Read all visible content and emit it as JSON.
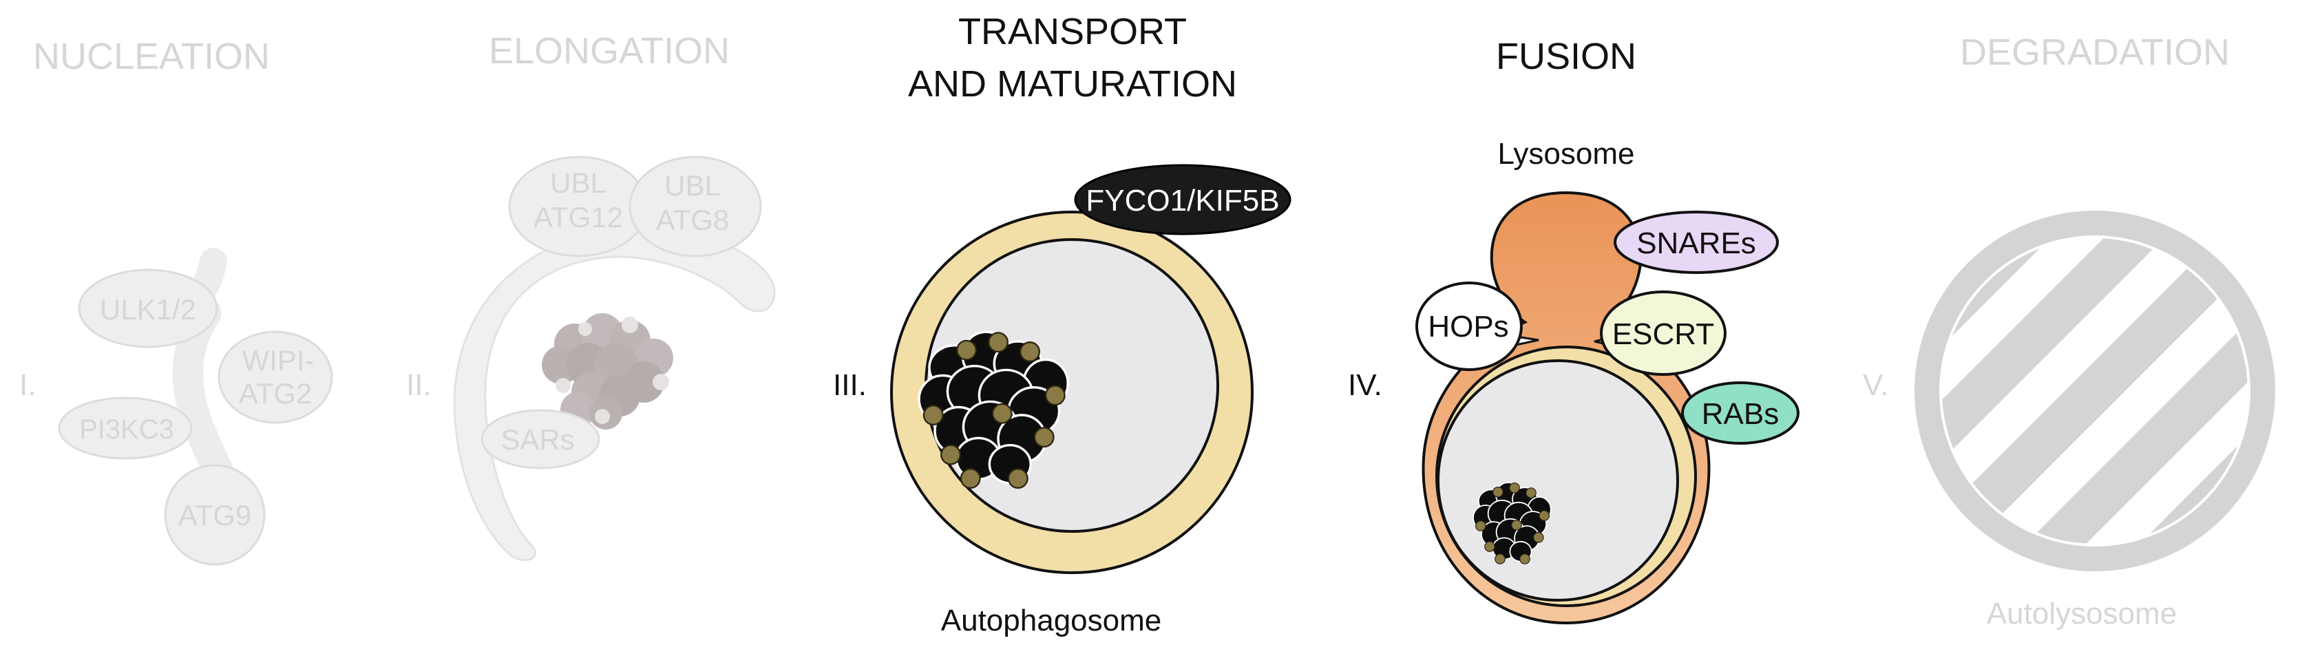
{
  "stages": [
    {
      "numeral": "I.",
      "title": "NUCLEATION"
    },
    {
      "numeral": "II.",
      "title": "ELONGATION"
    },
    {
      "numeral": "III.",
      "title_lines": [
        "TRANSPORT",
        "AND MATURATION"
      ]
    },
    {
      "numeral": "IV.",
      "title": "FUSION"
    },
    {
      "numeral": "V.",
      "title": "DEGRADATION"
    }
  ],
  "nucleation": {
    "proteins": [
      "ULK1/2",
      "WIPI-",
      "ATG2",
      "PI3KC3",
      "ATG9"
    ]
  },
  "elongation": {
    "proteins": [
      "UBL",
      "ATG12",
      "UBL",
      "ATG8",
      "SARs"
    ]
  },
  "transport": {
    "motor_label": "FYCO1/KIF5B",
    "compartment_label": "Autophagosome"
  },
  "fusion": {
    "lysosome_label": "Lysosome",
    "factors": [
      "SNAREs",
      "HOPs",
      "ESCRT",
      "RABs"
    ]
  },
  "degradation": {
    "compartment_label": "Autolysosome"
  },
  "colors": {
    "faded": "#ececec",
    "faded_text": "#d6d6d6",
    "membrane": "#f2dfa8",
    "lumen": "#e8e8ea",
    "lysosome_top": "#ea9358",
    "lysosome_bottom": "#f6c79c",
    "motor": "#1a1a1a",
    "snares": "#e7d8f5",
    "hops": "#ffffff",
    "escrt": "#f3f7d8",
    "rabs": "#8fe0c4",
    "cargo_dark": "#0d0d0d",
    "cargo_tan": "#8a7a45",
    "autolysosome": "#d5d3d3"
  }
}
